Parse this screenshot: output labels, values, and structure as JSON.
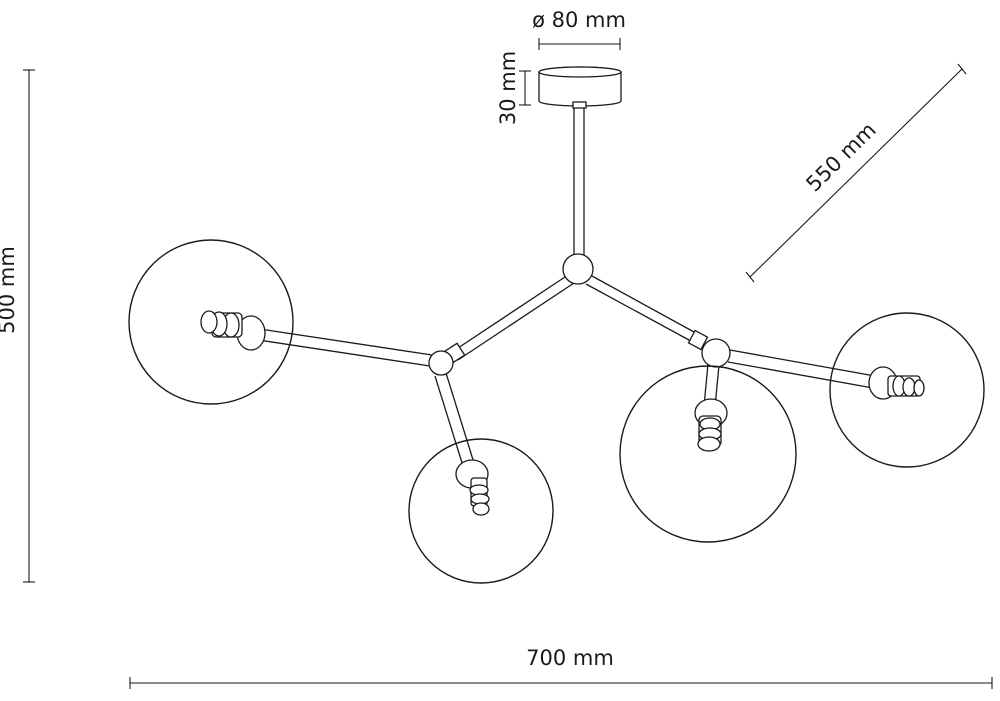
{
  "dimensions": {
    "canopy_diameter": "ø 80 mm",
    "canopy_height": "30 mm",
    "globe_span": "550 mm",
    "overall_height": "500 mm",
    "overall_width": "700 mm"
  },
  "colors": {
    "line": "#1a1a1a",
    "background": "#ffffff"
  }
}
